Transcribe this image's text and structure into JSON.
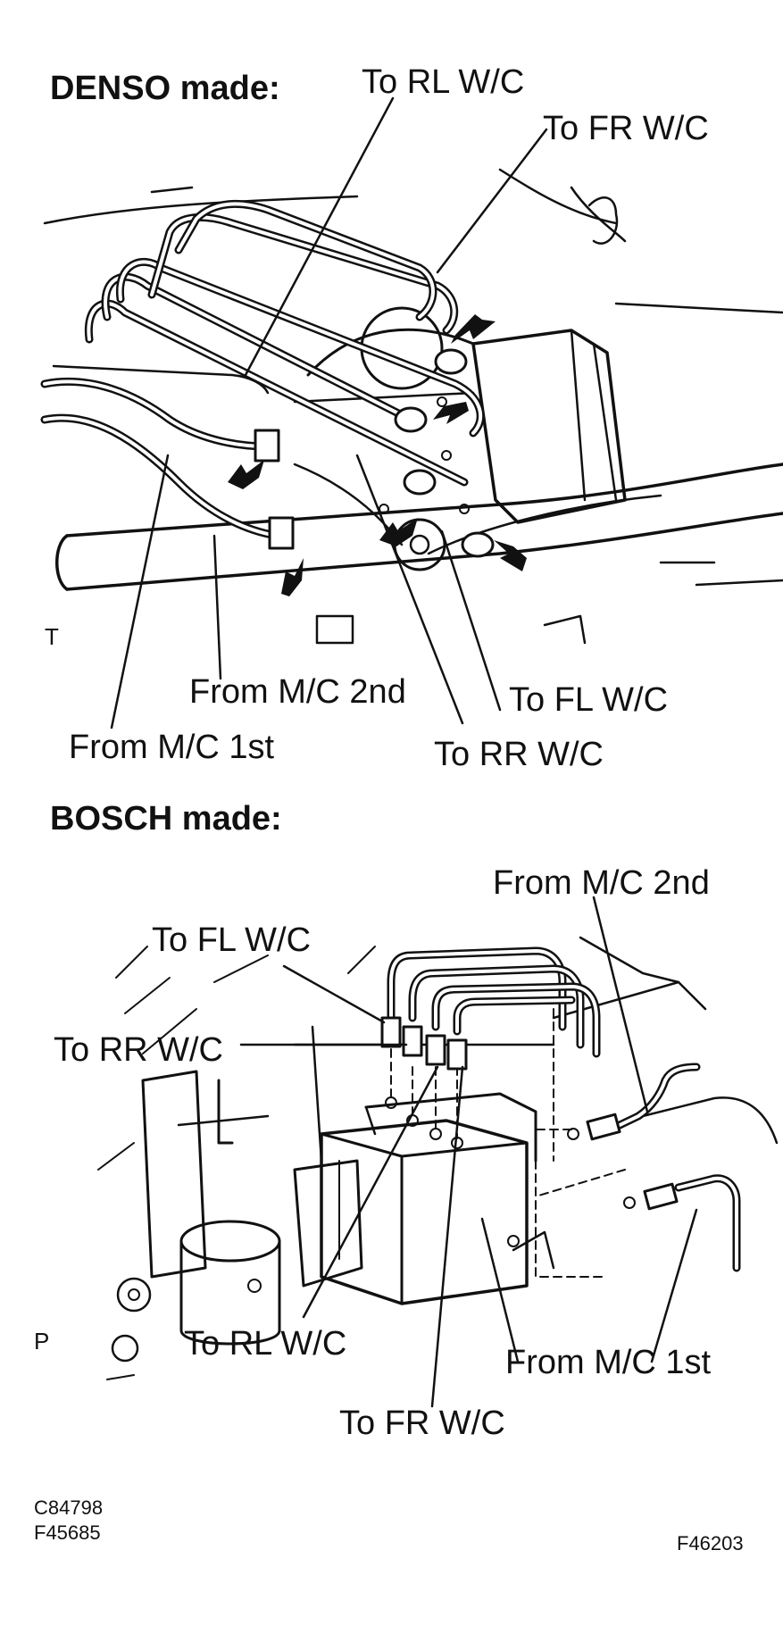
{
  "denso": {
    "heading": "DENSO made:",
    "marker": "T",
    "labels": {
      "to_rl": "To RL W/C",
      "to_fr": "To FR W/C",
      "from_mc_2nd": "From M/C 2nd",
      "to_fl": "To FL W/C",
      "from_mc_1st": "From M/C 1st",
      "to_rr": "To RR W/C"
    }
  },
  "bosch": {
    "heading": "BOSCH made:",
    "marker": "P",
    "labels": {
      "from_mc_2nd": "From M/C 2nd",
      "to_fl": "To FL W/C",
      "to_rr": "To RR W/C",
      "to_rl": "To RL W/C",
      "from_mc_1st": "From M/C 1st",
      "to_fr": "To FR W/C"
    }
  },
  "codes": {
    "code_1": "C84798",
    "code_2": "F45685",
    "code_3": "F46203"
  },
  "colors": {
    "ink": "#111111",
    "paper": "#ffffff"
  }
}
